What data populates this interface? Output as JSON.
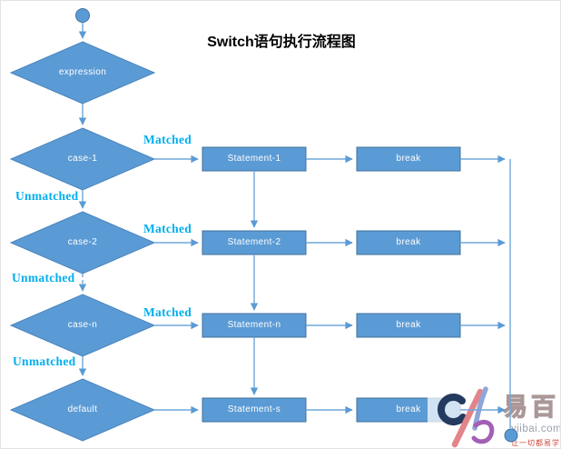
{
  "title": "Switch语句执行流程图",
  "colors": {
    "shape_fill": "#5B9BD5",
    "shape_border": "#41719C",
    "connector": "#6FA8DC",
    "edge_label": "#00AEEF",
    "background": "#FFFFFF"
  },
  "flowchart": {
    "decisions": [
      {
        "label": "expression"
      },
      {
        "label": "case-1"
      },
      {
        "label": "case-2"
      },
      {
        "label": "case-n"
      },
      {
        "label": "default"
      }
    ],
    "statements": [
      {
        "label": "Statement-1"
      },
      {
        "label": "Statement-2"
      },
      {
        "label": "Statement-n"
      },
      {
        "label": "Statement-s"
      }
    ],
    "break_label": "break",
    "edge_labels": {
      "matched": "Matched",
      "unmatched": "Unmatched"
    }
  },
  "watermark": {
    "brand": "易百",
    "domain": "yiibai.com",
    "slogan": "让一切都易学会"
  }
}
